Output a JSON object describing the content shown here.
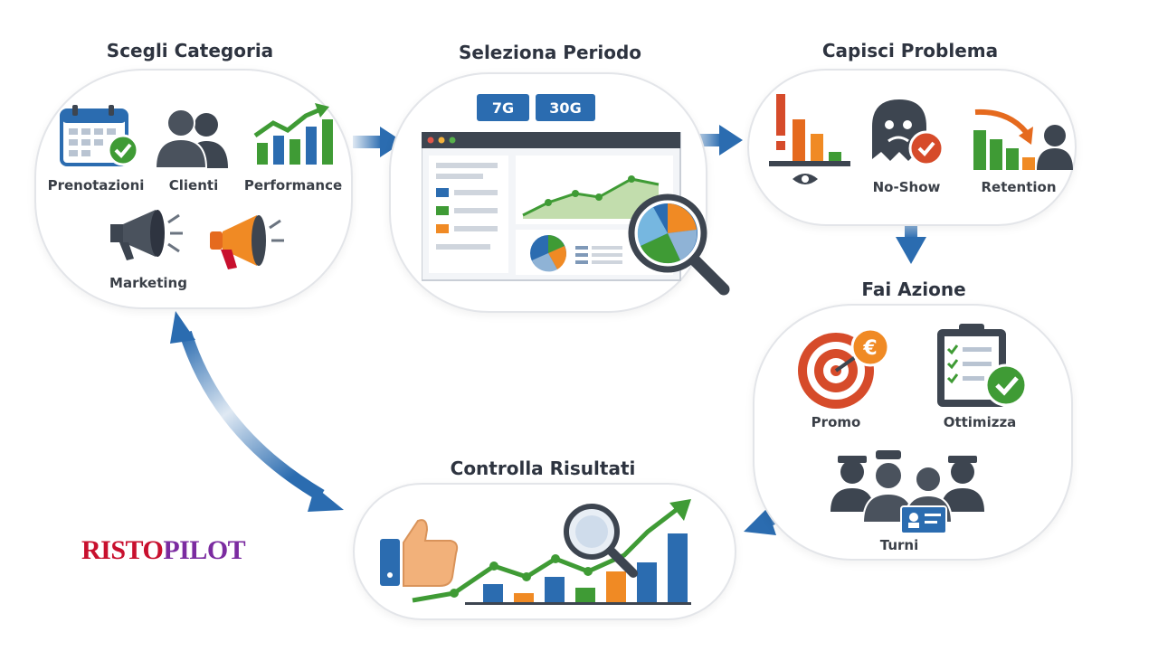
{
  "steps": {
    "choose": {
      "title": "Scegli Categoria",
      "items": [
        "Prenotazioni",
        "Clienti",
        "Performance",
        "Marketing"
      ]
    },
    "period": {
      "title": "Seleziona Periodo",
      "chips": [
        "7G",
        "30G"
      ]
    },
    "problem": {
      "title": "Capisci Problema",
      "items": [
        "No-Show",
        "Retention"
      ]
    },
    "action": {
      "title": "Fai Azione",
      "items": [
        "Promo",
        "Ottimizza",
        "Turni"
      ]
    },
    "results": {
      "title": "Controlla Risultati"
    }
  },
  "logo": {
    "part1": "RISTO",
    "part2": "PILOT"
  },
  "colors": {
    "blue": "#2b6cb0",
    "green": "#3f9b35",
    "orange": "#f08a24",
    "red": "#d64b2a",
    "dark": "#3d4550"
  },
  "icons": [
    "calendar-check-icon",
    "users-icon",
    "growth-chart-icon",
    "megaphone-icon",
    "dashboard-window-icon",
    "magnifier-pie-icon",
    "alert-bars-icon",
    "ghost-icon",
    "retention-chart-icon",
    "target-euro-icon",
    "checklist-icon",
    "staff-team-icon",
    "thumbs-up-icon",
    "results-chart-icon"
  ]
}
